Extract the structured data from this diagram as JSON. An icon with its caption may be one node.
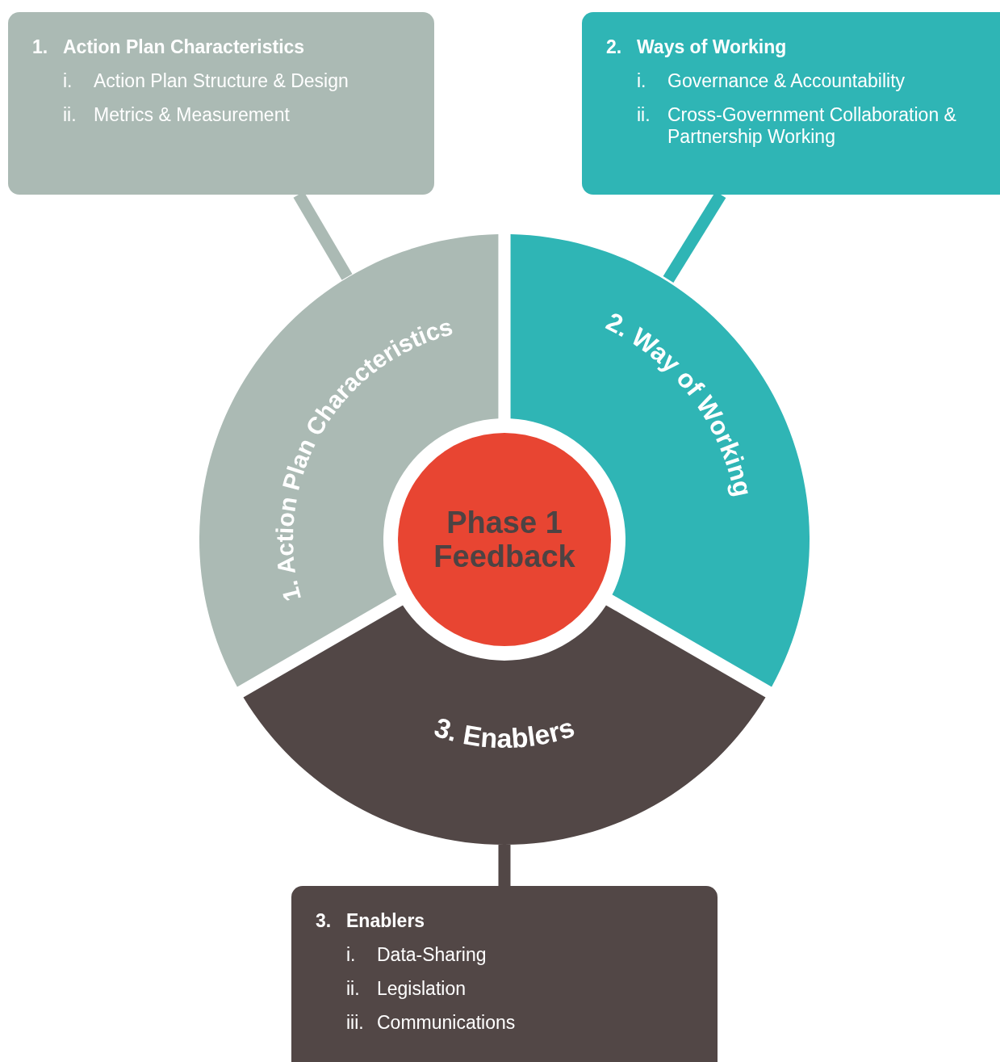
{
  "diagram": {
    "nodes": [
      {
        "text": [
          "1. Action Plan Characteristics",
          "i. Action Plan Structure & Design",
          "ii. Metrics & Measurement"
        ]
      },
      {
        "text": [
          "2. Ways of Working",
          "i. Governance & Accountability",
          "ii. Cross-Government Collaboration & Partnership Working"
        ]
      },
      {
        "text": [
          "1. Action Plan Characteristics"
        ]
      },
      {
        "text": [
          "2. Way of Working"
        ]
      },
      {
        "text": [
          "3. Enablers"
        ]
      },
      {
        "text": [
          "Phase 1 Feedback"
        ]
      },
      {
        "text": [
          "3. Enablers",
          "i. Data-Sharing",
          "ii. Legislation",
          "iii. Communications"
        ]
      }
    ],
    "edges": [
      {
        "from": 0,
        "to": 2,
        "arrow": "none",
        "color": "#abbab4"
      },
      {
        "from": 1,
        "to": 3,
        "arrow": "none",
        "color": "#2fb5b5"
      },
      {
        "from": 4,
        "to": 6,
        "arrow": "none",
        "color": "#524746"
      }
    ]
  }
}
